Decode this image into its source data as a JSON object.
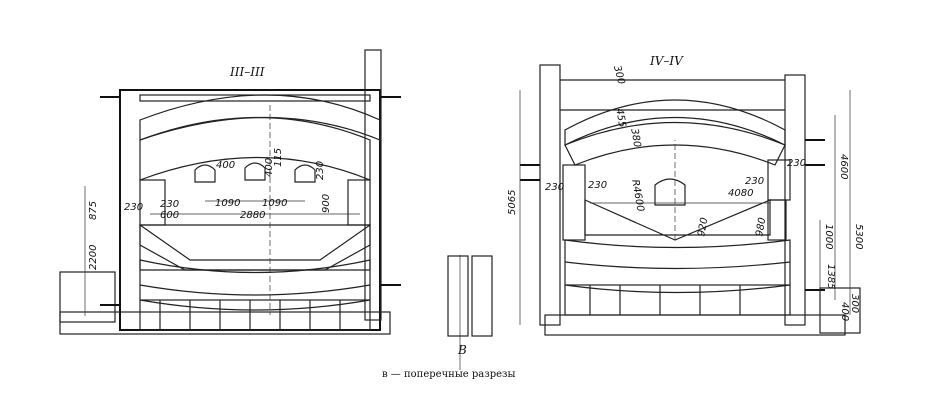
{
  "caption": "в — поперечные разрезы",
  "marker": "В",
  "left_section": {
    "title": "III–III",
    "dims": [
      "400",
      "400",
      "115",
      "230",
      "1090",
      "1090",
      "2880",
      "900",
      "230",
      "230",
      "600",
      "875",
      "2200"
    ]
  },
  "right_section": {
    "title": "IV–IV",
    "dims": [
      "300",
      "455",
      "380",
      "5065",
      "230",
      "230",
      "R4600",
      "4080",
      "230",
      "230",
      "920",
      "980",
      "1000",
      "1385",
      "4600",
      "5300",
      "400",
      "300"
    ]
  }
}
